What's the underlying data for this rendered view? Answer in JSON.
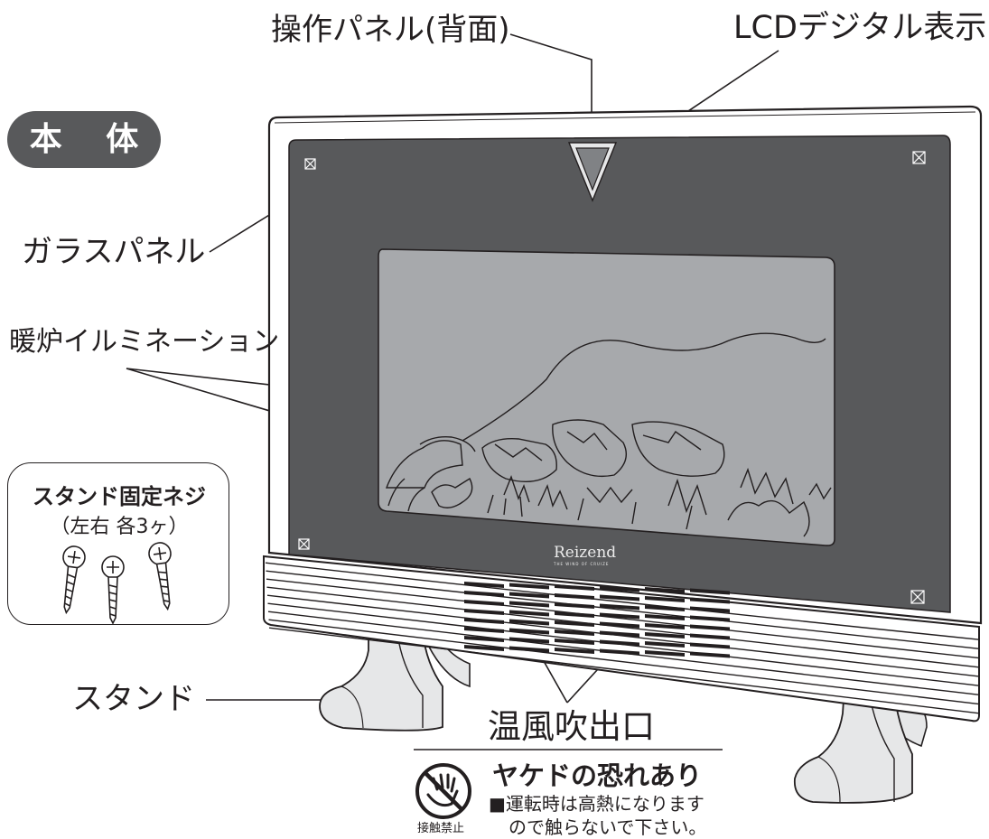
{
  "badge": {
    "text": "本 体"
  },
  "labels": {
    "control_panel": "操作パネル(背面)",
    "lcd_display": "LCDデジタル表示",
    "glass_panel": "ガラスパネル",
    "fireplace_illumination": "暖炉イルミネーション",
    "stand": "スタンド",
    "warm_air_outlet": "温風吹出口"
  },
  "screw_box": {
    "title": "スタンド固定ネジ",
    "subtitle": "（左右 各3ヶ）"
  },
  "warning": {
    "icon_label": "接触禁止",
    "title": "ヤケドの恐れあり",
    "line1": "■運転時は高熱になります",
    "line2": "ので触らないで下さい。"
  },
  "product_logo": "Reizend",
  "product_logo_sub": "THE WIND OF CRUIZE",
  "colors": {
    "glass": "#58595b",
    "fire_window": "#a7a9ac",
    "outline": "#231f20",
    "stand_fill": "#e6e7e8",
    "badge_bg": "#58595b"
  }
}
